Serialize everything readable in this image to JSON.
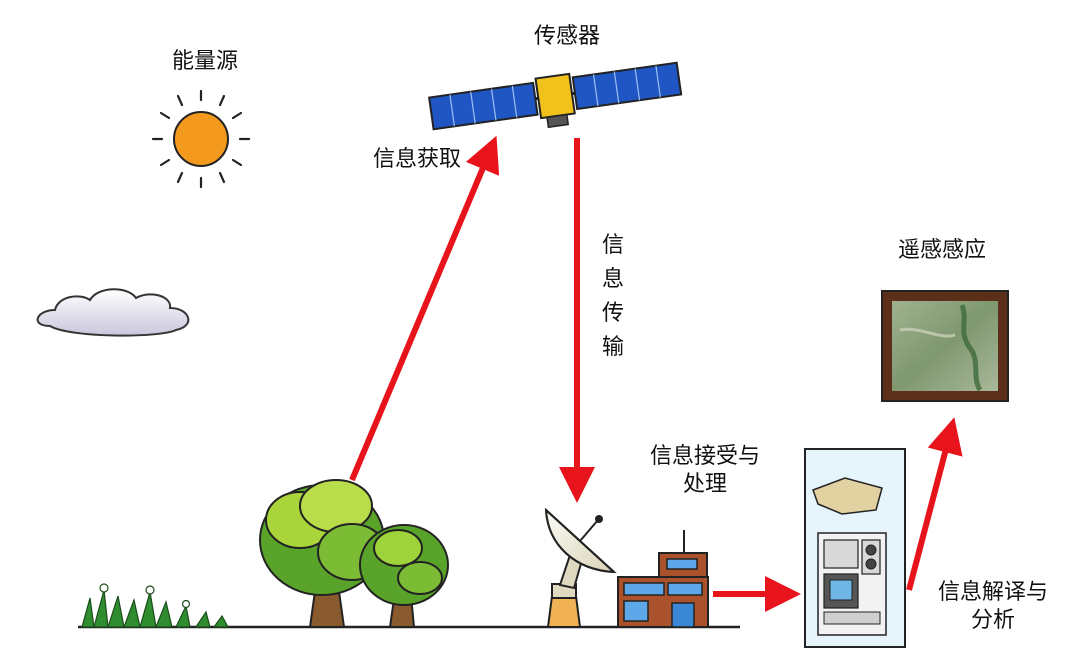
{
  "labels": {
    "energy_source": "能量源",
    "sensor": "传感器",
    "info_acquisition": "信息获取",
    "info_transmission": "信息传输",
    "info_reception_line1": "信息接受与",
    "info_reception_line2": "处理",
    "remote_sensing_response": "遥感感应",
    "info_interpretation_line1": "信息解译与",
    "info_interpretation_line2": "分析"
  },
  "colors": {
    "arrow": "#e8141c",
    "sun": "#f39a1e",
    "frame": "#6b3a22",
    "ground": "#222222"
  }
}
